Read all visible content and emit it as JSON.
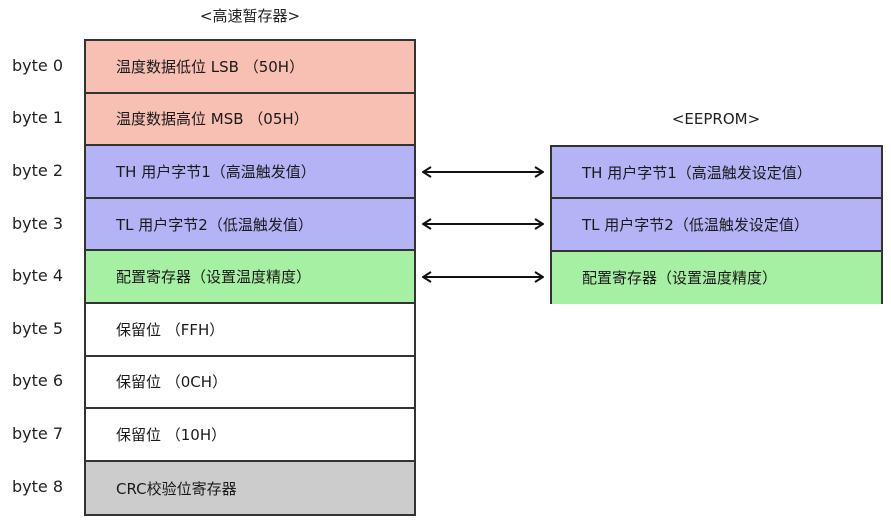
{
  "scratchpad": {
    "title": "<高速暂存器>",
    "rows": [
      {
        "byte": "byte 0",
        "text": "温度数据低位 LSB （50H）",
        "color": "#f8bfb3"
      },
      {
        "byte": "byte 1",
        "text": "温度数据高位 MSB （05H）",
        "color": "#f8bfb3"
      },
      {
        "byte": "byte 2",
        "text": "TH 用户字节1（高温触发值）",
        "color": "#b3b3f5"
      },
      {
        "byte": "byte 3",
        "text": "TL 用户字节2（低温触发值）",
        "color": "#b3b3f5"
      },
      {
        "byte": "byte 4",
        "text": "配置寄存器（设置温度精度）",
        "color": "#a6f0a3"
      },
      {
        "byte": "byte 5",
        "text": "保留位 （FFH）",
        "color": "#ffffff"
      },
      {
        "byte": "byte 6",
        "text": "保留位 （0CH）",
        "color": "#ffffff"
      },
      {
        "byte": "byte 7",
        "text": "保留位 （10H）",
        "color": "#ffffff"
      },
      {
        "byte": "byte 8",
        "text": "CRC校验位寄存器",
        "color": "#cccccc"
      }
    ]
  },
  "eeprom": {
    "title": "<EEPROM>",
    "rows": [
      {
        "text": "TH 用户字节1（高温触发设定值）",
        "color": "#b3b3f5"
      },
      {
        "text": "TL 用户字节2（低温触发设定值）",
        "color": "#b3b3f5"
      },
      {
        "text": "配置寄存器（设置温度精度）",
        "color": "#a6f0a3"
      }
    ]
  },
  "arrows": {
    "type": "bidirectional",
    "links": [
      "byte 2 ↔ TH",
      "byte 3 ↔ TL",
      "byte 4 ↔ 配置寄存器"
    ]
  }
}
